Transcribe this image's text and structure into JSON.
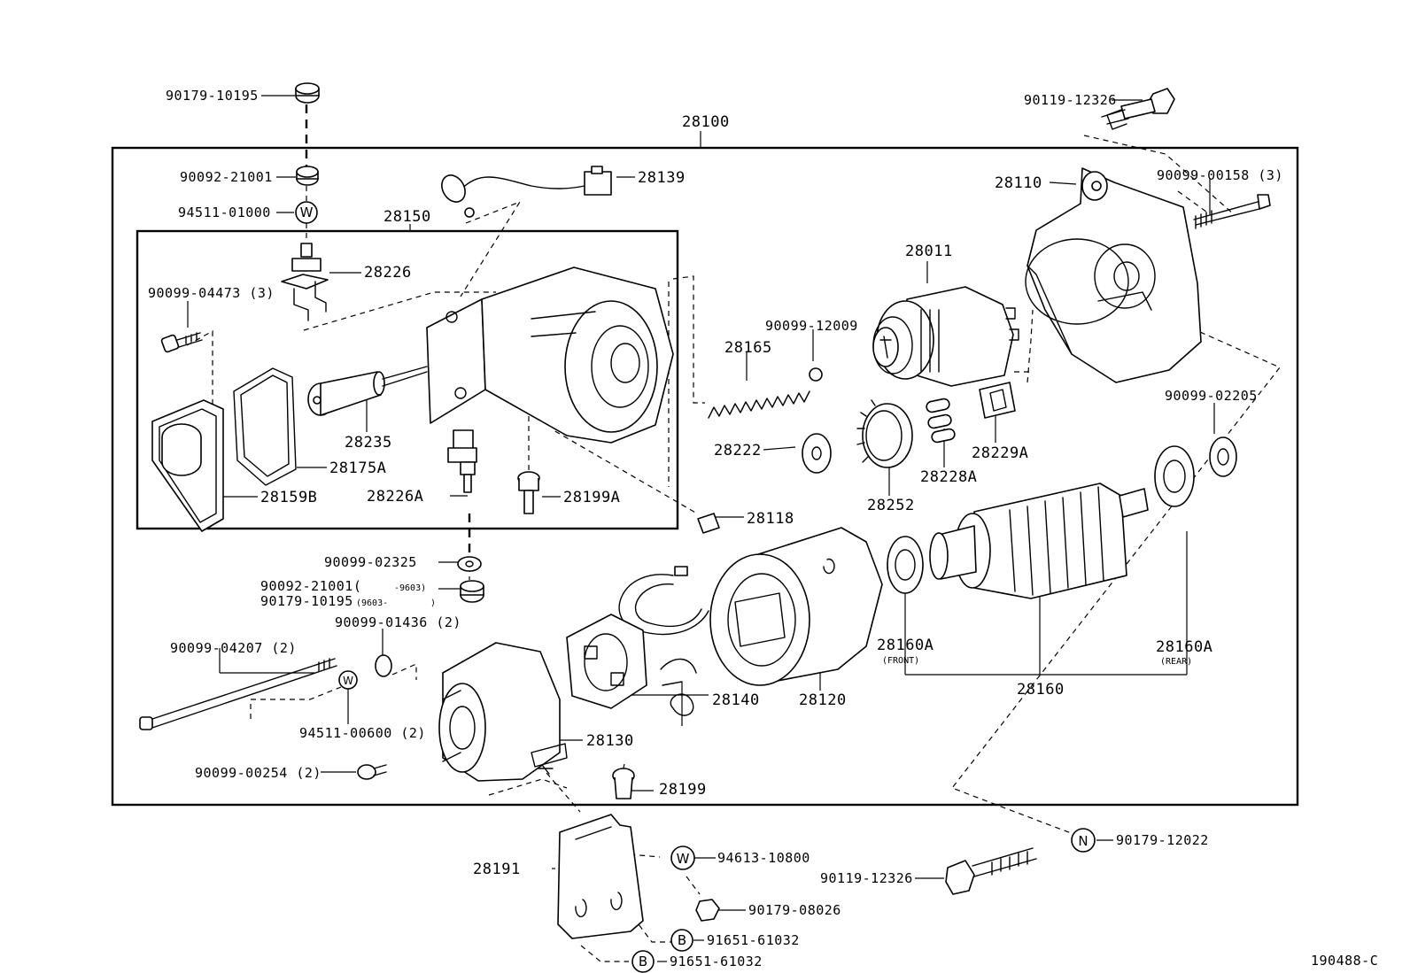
{
  "diagram_code": "190488-C",
  "assembly": {
    "main": "28100",
    "sub": "28150"
  },
  "labels": {
    "p90179_10195_top": "90179-10195",
    "p90092_21001_top": "90092-21001",
    "p94511_01000": "94511-01000",
    "p28150": "28150",
    "p28139": "28139",
    "p28226": "28226",
    "p90099_04473": "90099-04473 (3)",
    "p28235": "28235",
    "p28175A": "28175A",
    "p28159B": "28159B",
    "p28226A": "28226A",
    "p28199A": "28199A",
    "p90119_12326_top": "90119-12326",
    "p28110": "28110",
    "p90099_00158": "90099-00158 (3)",
    "p28011": "28011",
    "p90099_12009": "90099-12009",
    "p28165": "28165",
    "p28222": "28222",
    "p28252": "28252",
    "p28228A": "28228A",
    "p28229A": "28229A",
    "p90099_02205": "90099-02205",
    "p28118": "28118",
    "p90099_02325": "90099-02325",
    "p90092_21001_mid": "90092-21001(",
    "p90092_21001_mid_range": "-9603)",
    "p90179_10195_mid": "90179-10195",
    "p90179_10195_mid_range": "(9603-",
    "p90179_10195_mid_close": ")",
    "p90099_01436": "90099-01436 (2)",
    "p90099_04207": "90099-04207 (2)",
    "p94511_00600": "94511-00600 (2)",
    "p90099_00254": "90099-00254 (2)",
    "p28130": "28130",
    "p28140": "28140",
    "p28120": "28120",
    "p28199": "28199",
    "p28160A_front": "28160A",
    "p28160A_front_note": "(FRONT)",
    "p28160A_rear": "28160A",
    "p28160A_rear_note": "(REAR)",
    "p28160": "28160",
    "p28191": "28191",
    "p94613_10800": "94613-10800",
    "p90179_08026": "90179-08026",
    "p91651_61032_a": "91651-61032",
    "p91651_61032_b": "91651-61032",
    "p90119_12326_bot": "90119-12326",
    "p90179_12022": "90179-12022"
  },
  "symbols": {
    "washer": "W",
    "nut": "N",
    "bolt": "B"
  },
  "icons": {
    "washer": "washer-icon",
    "bolt": "bolt-icon",
    "gear": "gear-icon",
    "bearing": "bearing-icon"
  }
}
